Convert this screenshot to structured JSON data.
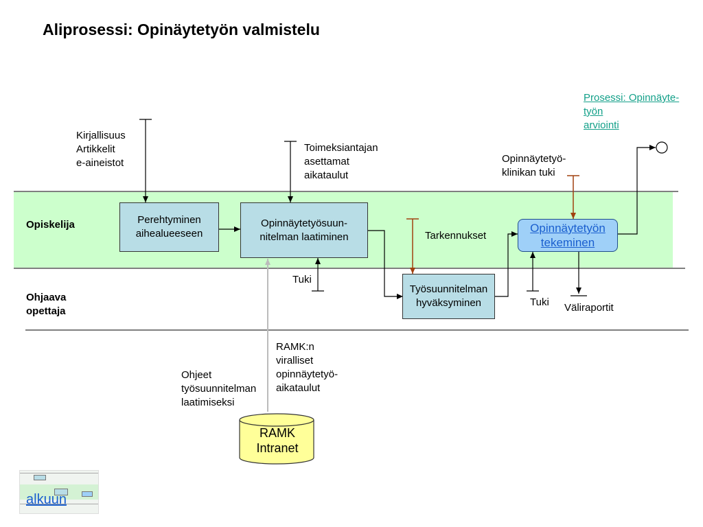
{
  "title": "Aliprosessi: Opinäytetyön valmistelu",
  "lanes": {
    "student": "Opiskelija",
    "teacher_line1": "Ohjaava",
    "teacher_line2": "opettaja"
  },
  "boxes": {
    "perehtyminen": [
      "Perehtyminen",
      "aihealueeseen"
    ],
    "suunnitelma": [
      "Opinnäytetyösuun-",
      "nitelman laatiminen"
    ],
    "hyvaksyminen": [
      "Työsuunnitelman",
      "hyväksyminen"
    ],
    "tekeminen": [
      "Opinnäytetyön",
      "tekeminen"
    ]
  },
  "labels": {
    "kirjallisuus": [
      "Kirjallisuus",
      "Artikkelit",
      "e-aineistot"
    ],
    "toimeksiantajan": [
      "Toimeksiantajan",
      "asettamat",
      "aikataulut"
    ],
    "klinikka": [
      "Opinnäytetyö-",
      "klinikan tuki"
    ],
    "tarkennukset": "Tarkennukset",
    "tuki_1": "Tuki",
    "tuki_2": "Tuki",
    "valiraportit": "Väliraportit",
    "ramk_aikataulut": [
      "RAMK:n",
      "viralliset",
      "opinnäytetyö-",
      "aikataulut"
    ],
    "ohjeet": [
      "Ohjeet",
      "työsuunnitelman",
      "laatimiseksi"
    ]
  },
  "links": {
    "arviointi": [
      "Prosessi: Opinnäyte-",
      "työn",
      "arviointi"
    ],
    "alkuun": "alkuun"
  },
  "database": [
    "RAMK",
    "Intranet"
  ],
  "colors": {
    "student_lane": "#ccffcc",
    "process_box": "#b8dde6",
    "active_box": "#9fd0f8",
    "control_arrow": "#a0400f",
    "gray_arrow": "#bbbbbb",
    "database": "#ffff99",
    "link": "#13a089"
  }
}
